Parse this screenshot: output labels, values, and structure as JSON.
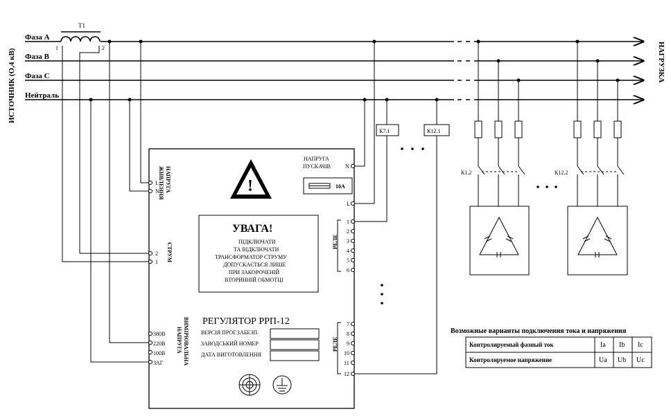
{
  "source_label": "ИСТОЧНИК (О,4 кВ)",
  "load_label": "НАГРУЗКА",
  "transformer_label": "T1",
  "transformer_pins": [
    "1",
    "2"
  ],
  "lines": [
    "Фаза А",
    "Фаза В",
    "Фаза С",
    "Нейтраль"
  ],
  "regulator": {
    "supply_voltage_label": [
      "НАПРУГА",
      "ЖИВЛЕННЯ"
    ],
    "supply_terminals": [
      "L",
      "N"
    ],
    "current_label": "СТРУМ",
    "current_terminals": [
      "2",
      "1"
    ],
    "measure_label": [
      "ВИМІРЮВАЛЬНА",
      "НАПРУГА"
    ],
    "measure_terminals": [
      "380В",
      "220В",
      "100В",
      "ЗАГ"
    ],
    "starter_voltage": [
      "НАПРУГА",
      "ПУСКАЧІВ"
    ],
    "starter_terminals": [
      "N",
      "L"
    ],
    "fuse_rating": "10А",
    "warning_title": "УВАГА!",
    "warning_lines": [
      "ПІДКЛЮЧАТИ",
      "ТА ВІДКЛЮЧАТИ",
      "ТРАНСФОРМАТОР СТРУМУ",
      "ДОПУСКАЄТЬСЯ ЛИШЕ",
      "ПРИ ЗАКОРОЧЕНІЙ",
      "ВТОРИННІЙ ОБМОТЦІ"
    ],
    "title": "РЕГУЛЯТОР РРП-12",
    "fields": [
      "ВЕРСІЯ ПРОГ.ЗАБЕЗП.",
      "ЗАВОДСЬКИЙ НОМЕР",
      "ДАТА ВИГОТОВЛЕННЯ"
    ],
    "relay_label": "РЕЛЕ",
    "relay_terminals_a": [
      "1",
      "2",
      "3",
      "4",
      "5",
      "6"
    ],
    "relay_terminals_b": [
      "7",
      "8",
      "9",
      "10",
      "11",
      "12"
    ]
  },
  "relay_coils": [
    "К7.1",
    "К12.1"
  ],
  "contactors": [
    "К1.2",
    "К12.2"
  ],
  "table": {
    "title": "Возможные варианты подключения тока и напряжения",
    "rows": [
      {
        "label": "Контролируемый фазный ток",
        "cells": [
          "Ia",
          "Ib",
          "Ic"
        ]
      },
      {
        "label": "Контролируемое напряжение",
        "cells": [
          "Ua",
          "Ub",
          "Uc"
        ]
      }
    ]
  }
}
